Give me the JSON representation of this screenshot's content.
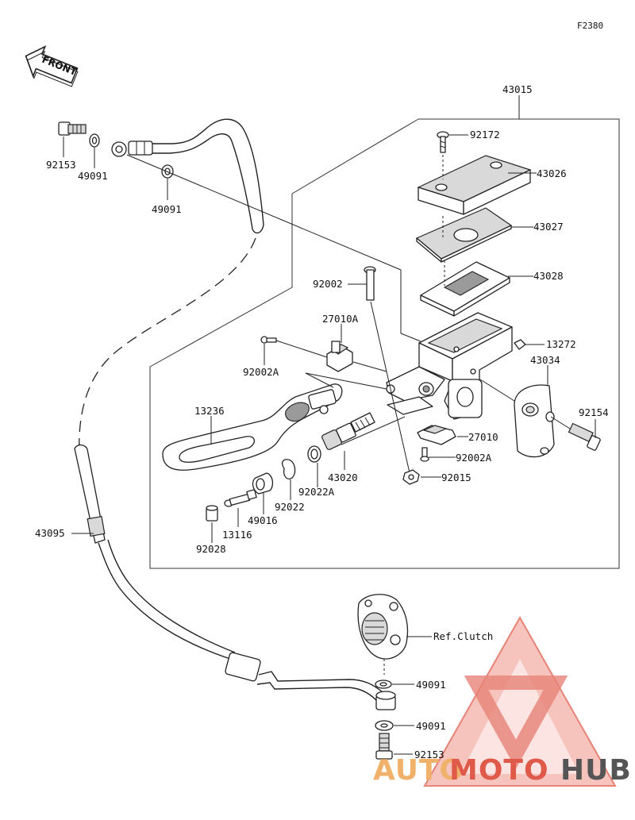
{
  "figure_code": "F2380",
  "front_label": "FRONT",
  "parts": {
    "p43015": "43015",
    "p92172": "92172",
    "p43026": "43026",
    "p43027": "43027",
    "p43028": "43028",
    "p92002": "92002",
    "p27010A": "27010A",
    "p13272": "13272",
    "p43034": "43034",
    "p92002A_top": "92002A",
    "p13236": "13236",
    "p92154": "92154",
    "p27010": "27010",
    "p92002A_bottom": "92002A",
    "p43020": "43020",
    "p92015": "92015",
    "p92022A": "92022A",
    "p92022": "92022",
    "p49016": "49016",
    "p13116": "13116",
    "p92028": "92028",
    "p43095": "43095",
    "p92153_top": "92153",
    "p49091_a": "49091",
    "p49091_b": "49091",
    "ref_clutch": "Ref.Clutch",
    "p49091_c": "49091",
    "p49091_d": "49091",
    "p92153_bottom": "92153"
  },
  "watermark": {
    "part1": "AUTO",
    "part2": "MOTO",
    "part3": "HUB",
    "colors": {
      "red": "#e05a4a",
      "orange": "#f0b26a",
      "gray": "#555555"
    }
  }
}
